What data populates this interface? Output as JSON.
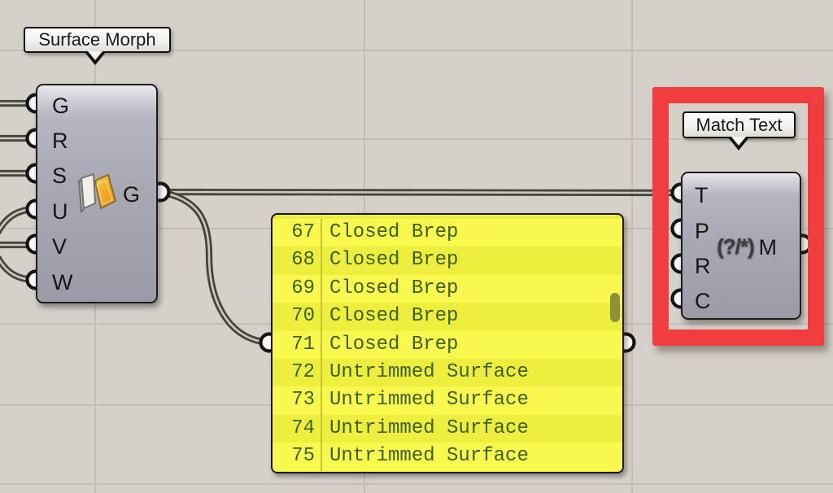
{
  "colors": {
    "canvas_bg": "#d5d1c8",
    "grid": "#c2bfb6",
    "highlight": "#f13d3d",
    "panel_row": "#f8f84e",
    "panel_row_alt": "#eeee3f"
  },
  "surface_morph": {
    "tooltip": "Surface Morph",
    "inputs": [
      "G",
      "R",
      "S",
      "U",
      "V",
      "W"
    ],
    "output_label": "G"
  },
  "match_text": {
    "tooltip": "Match Text",
    "inputs": [
      "T",
      "P",
      "R",
      "C"
    ],
    "output_label": "M",
    "icon_text": "(?/*)"
  },
  "panel": {
    "rows": [
      {
        "index": "67",
        "value": "Closed Brep"
      },
      {
        "index": "68",
        "value": "Closed Brep"
      },
      {
        "index": "69",
        "value": "Closed Brep"
      },
      {
        "index": "70",
        "value": "Closed Brep"
      },
      {
        "index": "71",
        "value": "Closed Brep"
      },
      {
        "index": "72",
        "value": "Untrimmed Surface"
      },
      {
        "index": "73",
        "value": "Untrimmed Surface"
      },
      {
        "index": "74",
        "value": "Untrimmed Surface"
      },
      {
        "index": "75",
        "value": "Untrimmed Surface"
      }
    ]
  }
}
